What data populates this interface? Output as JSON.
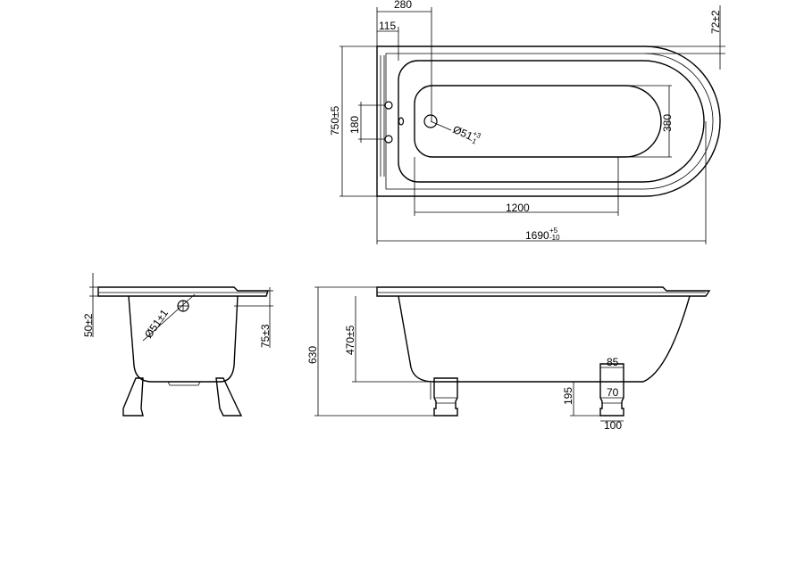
{
  "top_view": {
    "dims": {
      "d280": "280",
      "d115": "115",
      "d72": "72±2",
      "d750": "750±5",
      "d180": "180",
      "d380": "380",
      "dia51_base": "Ø51",
      "dia51_sup": "+3",
      "dia51_sub": "-1",
      "d1200": "1200",
      "d1690_base": "1690",
      "d1690_sup": "+5",
      "d1690_sub": "-10"
    }
  },
  "end_view": {
    "dims": {
      "d50": "50±2",
      "dia51": "Ø51±1",
      "d75": "75±3"
    }
  },
  "side_view": {
    "dims": {
      "d630": "630",
      "d470": "470±5",
      "d85": "85",
      "d195": "195",
      "d70": "70",
      "d100": "100"
    }
  }
}
